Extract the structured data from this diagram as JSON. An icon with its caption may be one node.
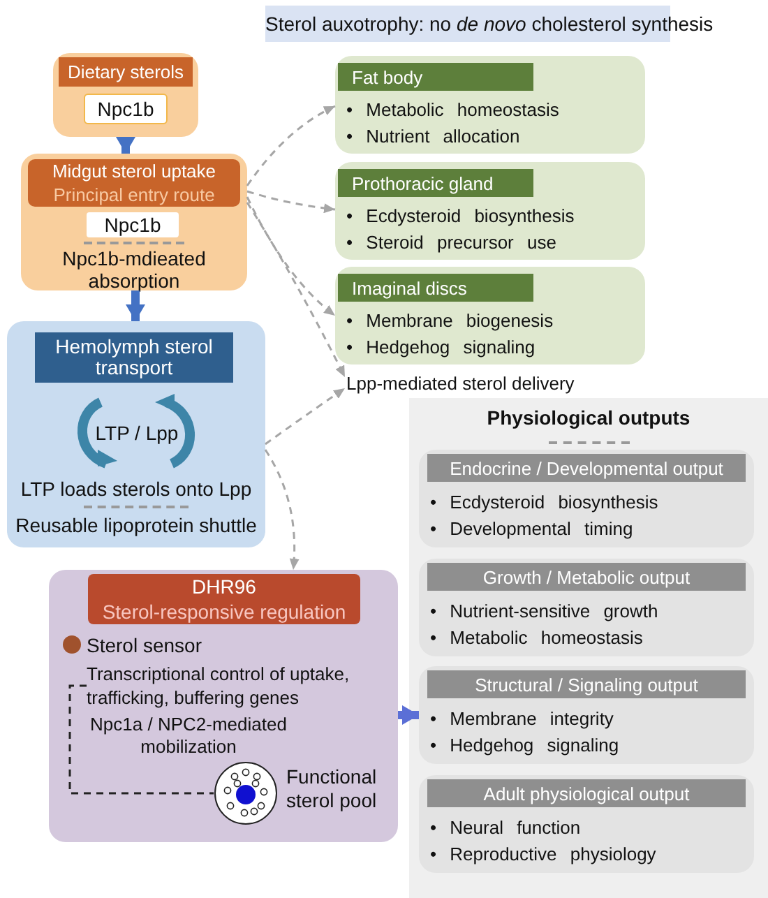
{
  "diagram": {
    "title": "Sterol auxotrophy: no *de novo* cholesterol synthesis",
    "nodes": [
      {
        "text": [
          "Dietary sterols"
        ]
      },
      {
        "text": [
          "Npc1b"
        ],
        "in": 0
      },
      {
        "text": [
          "Midgut sterol uptake",
          "Principal entry route",
          "Npc1b-mdieated absorption"
        ]
      },
      {
        "text": [
          "Npc1b"
        ],
        "in": 2
      },
      {
        "text": [
          "Hemolymph sterol transport",
          "LTP / Lpp",
          "LTP loads sterols onto Lpp",
          "Reusable lipoprotein shuttle"
        ]
      },
      {
        "text": [
          "Fat body",
          "• Metabolic homeostasis",
          "• Nutrient allocation"
        ]
      },
      {
        "text": [
          "Prothoracic gland",
          "• Ecdysteroid biosynthesis",
          "• Steroid precursor use"
        ]
      },
      {
        "text": [
          "Imaginal discs",
          "• Membrane biogenesis",
          "• Hedgehog signaling"
        ]
      },
      {
        "text": [
          "Lpp-mediated sterol delivery"
        ]
      },
      {
        "text": [
          "DHR96",
          "Sterol-responsive regulation",
          "Sterol sensor",
          "Npc1a / NPC2-mediated mobilization"
        ]
      },
      {
        "text": [
          "Transcriptional control of uptake, trafficking, buffering genes"
        ],
        "in": 9
      },
      {
        "text": [],
        "shape": "circle",
        "in": 9,
        "beside": [
          "Functional sterol pool"
        ]
      },
      {
        "text": [
          "Physiological outputs"
        ]
      },
      {
        "text": [
          "Endocrine / Developmental output",
          "• Ecdysteroid biosynthesis",
          "• Developmental timing"
        ],
        "in": 12
      },
      {
        "text": [
          "Growth / Metabolic output",
          "• Nutrient-sensitive growth",
          "• Metabolic homeostasis"
        ],
        "in": 12
      },
      {
        "text": [
          "Structural / Signaling output",
          "• Membrane integrity",
          "• Hedgehog signaling"
        ],
        "in": 12
      },
      {
        "text": [
          "Adult physiological output",
          "• Neural function",
          "• Reproductive physiology"
        ],
        "in": 12
      }
    ],
    "edges": [
      {
        "from": 0,
        "to": 2,
        "arrow": "to",
        "style": "thick",
        "color": "#4472c4"
      },
      {
        "from": 2,
        "to": 4,
        "arrow": "to",
        "style": "thick",
        "color": "#4472c4"
      },
      {
        "from": 2,
        "to": 5,
        "arrow": "to",
        "style": "dashed"
      },
      {
        "from": 2,
        "to": 6,
        "arrow": "to",
        "style": "dashed"
      },
      {
        "from": 2,
        "to": 7,
        "arrow": "to",
        "style": "dashed"
      },
      {
        "from": 2,
        "to": 8,
        "arrow": "to",
        "style": "dashed"
      },
      {
        "from": 4,
        "to": 8,
        "arrow": "to",
        "style": "dashed"
      },
      {
        "from": 4,
        "to": 9,
        "arrow": "to",
        "style": "dashed"
      },
      {
        "from": 10,
        "to": 11,
        "arrow": "none",
        "style": "dashed",
        "color": "#222222"
      },
      {
        "from": 9,
        "to": 15,
        "arrow": "to",
        "style": "thick",
        "color": "#5b6fd6"
      }
    ]
  }
}
